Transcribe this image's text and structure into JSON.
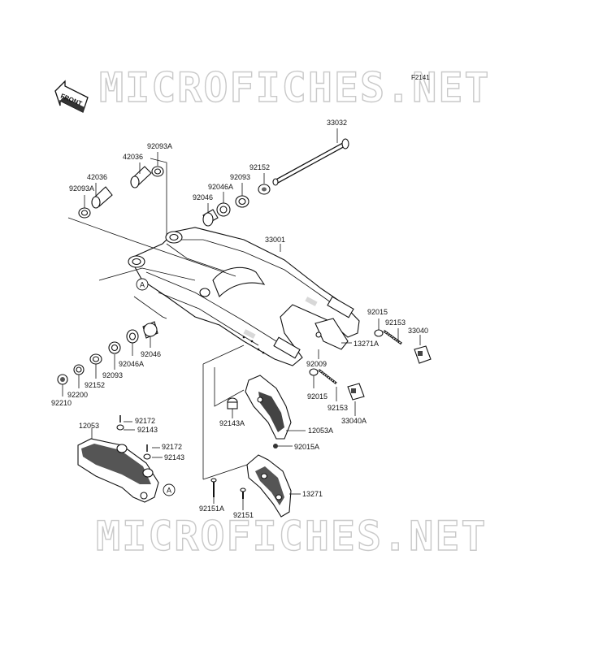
{
  "diagram_code": "F2141",
  "watermark": "MICROFICHES.NET",
  "front_label": "FRONT",
  "ref_mark": "A",
  "parts": {
    "p33032": "33032",
    "p92152_top": "92152",
    "p92093_top": "92093",
    "p92046A_top": "92046A",
    "p92046_top": "92046",
    "p92093A_top": "92093A",
    "p42036_top": "42036",
    "p42036_left": "42036",
    "p92093A_left": "92093A",
    "p33001": "33001",
    "p92015_right": "92015",
    "p92153_right": "92153",
    "p33040": "33040",
    "p13271A": "13271A",
    "p92009": "92009",
    "p92015_mid": "92015",
    "p92153_mid": "92153",
    "p33040A": "33040A",
    "p92046_low": "92046",
    "p92046A_low": "92046A",
    "p92093_low": "92093",
    "p92152_low": "92152",
    "p92200": "92200",
    "p92210": "92210",
    "p92172_a": "92172",
    "p92143_a": "92143",
    "p12053": "12053",
    "p92172_b": "92172",
    "p92143_b": "92143",
    "p92143A": "92143A",
    "p12053A": "12053A",
    "p92015A": "92015A",
    "p92151A": "92151A",
    "p92151": "92151",
    "p13271": "13271"
  }
}
